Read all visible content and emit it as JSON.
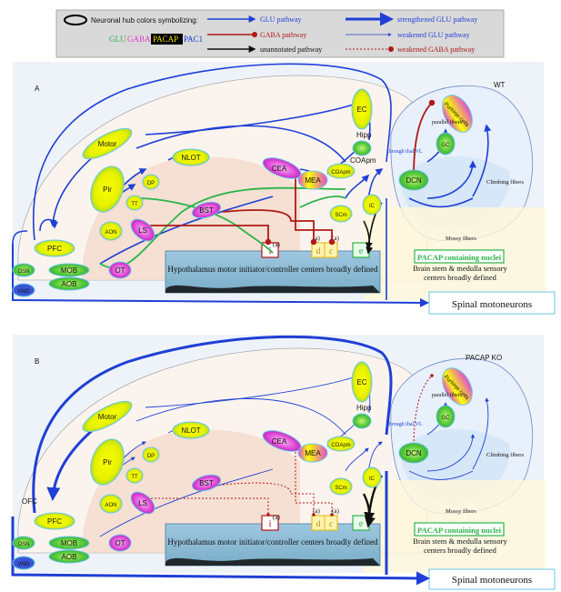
{
  "legend": {
    "hub_title": "Neuronal hub colors symbolizing:",
    "hub_glu": "GLU",
    "hub_gaba": "GABA",
    "hub_pacap": "PACAP",
    "hub_pac1": "PAC1",
    "glu_pathway": "GLU pathway",
    "gaba_pathway": "GABA pathway",
    "unannotated_pathway": "unannotated pathway",
    "strengthened_glu": "strengthened GLU pathway",
    "weakened_glu": "weakened GLU pathway",
    "weakened_gaba": "weakened GABA pathway"
  },
  "colors": {
    "glu": "#2bb34a",
    "gaba": "#e23bd0",
    "pacap_box": "#000000",
    "pacap_text": "#f5e000",
    "pac1": "#1a3ad8",
    "glu_pathway": "#1f3fd6",
    "gaba_pathway": "#b01818",
    "hub_yellow": "#f2f200",
    "hub_green": "#5fd33a"
  },
  "panels": [
    {
      "letter": "A",
      "condition": "WT",
      "condition_color": "#1f3fd6",
      "nodes": {
        "motor": "Motor",
        "pir": "Pir",
        "pfc": "PFC",
        "osn": "OSN",
        "vno": "VNO",
        "mob": "MOB",
        "aob": "AOB",
        "ot": "OT",
        "aon": "AON",
        "tt": "TT",
        "dp": "DP",
        "ls": "LS",
        "nlot": "NLOT",
        "bst": "BST",
        "cea": "CEA",
        "mea": "MEA",
        "coapm": "COApm",
        "hipp": "Hipp",
        "ec": "EC",
        "scm": "SCm",
        "ic": "IC",
        "dcn": "DCN",
        "gc": "GC",
        "purkinje": "Purkinje cells"
      },
      "texts": {
        "parallel_fibers": "parallel fibers",
        "climbing_fibers": "Climbing fibers",
        "mossy_fibers": "Mossy fibers",
        "through_thal": "through thal VL",
        "pacap_nuclei": "PACAP containing nuclei",
        "brainstem": "Brain stem & medulla sensory centers broadly defined",
        "hypothalamus": "Hypothalamus motor initiator/controller centers broadly defined",
        "spinal": "Spinal motoneurons",
        "box_i": "i",
        "box_d": "d",
        "box_c": "c",
        "box_e": "e",
        "a_mark": "(a)"
      }
    },
    {
      "letter": "B",
      "condition": "PACAP KO",
      "condition_color": "#e01818",
      "ofc": "OFC",
      "nodes": {
        "motor": "Motor",
        "pir": "Pir",
        "pfc": "PFC",
        "osn": "OSN",
        "vno": "VNO",
        "mob": "MOB",
        "aob": "AOB",
        "ot": "OT",
        "aon": "AON",
        "tt": "TT",
        "dp": "DP",
        "ls": "LS",
        "nlot": "NLOT",
        "bst": "BST",
        "cea": "CEA",
        "mea": "MEA",
        "coapm": "COApm",
        "hipp": "Hipp",
        "ec": "EC",
        "scm": "SCm",
        "ic": "IC",
        "dcn": "DCN",
        "gc": "GC",
        "purkinje": "Purkinje cells"
      },
      "texts": {
        "parallel_fibers": "parallel fibers",
        "climbing_fibers": "Climbing fibers",
        "mossy_fibers": "Mossy fibers",
        "through_thal": "through thal VL",
        "pacap_nuclei": "PACAP containing nuclei",
        "brainstem": "Brain stem & medulla sensory centers broadly defined",
        "hypothalamus": "Hypothalamus motor initiator/controller centers broadly defined",
        "spinal": "Spinal motoneurons",
        "box_i": "i",
        "box_d": "d",
        "box_c": "c",
        "box_e": "e",
        "a_mark": "(a)"
      }
    }
  ]
}
